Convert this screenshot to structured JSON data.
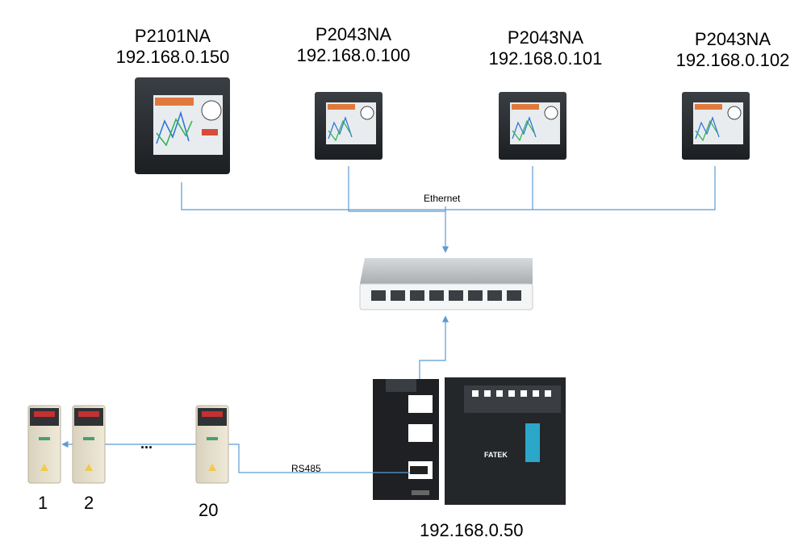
{
  "hmis": [
    {
      "model": "P2101NA",
      "ip": "192.168.0.150"
    },
    {
      "model": "P2043NA",
      "ip": "192.168.0.100"
    },
    {
      "model": "P2043NA",
      "ip": "192.168.0.101"
    },
    {
      "model": "P2043NA",
      "ip": "192.168.0.102"
    }
  ],
  "network": {
    "ethernet_label": "Ethernet",
    "rs485_label": "RS485"
  },
  "plc": {
    "ip": "192.168.0.50",
    "brand": "FATEK"
  },
  "drives": {
    "labels": [
      "1",
      "2",
      "20"
    ],
    "ellipsis": "..."
  },
  "colors": {
    "line": "#5b9bd5",
    "hmi_frame": "#2b2f33",
    "switch": "#bfc3c6"
  }
}
